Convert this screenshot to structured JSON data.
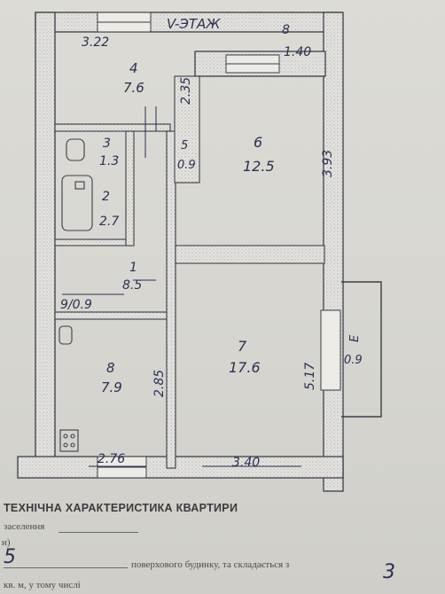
{
  "plan": {
    "street": "V-ЭТАЖ",
    "dim_top_left": "3.22",
    "room4": {
      "num": "4",
      "area": "7.6"
    },
    "dim_vertical_235": "2.35",
    "room_balcony_top": {
      "num": "8",
      "area": "1.40"
    },
    "room3": {
      "num": "3",
      "area": "1.3"
    },
    "room5": {
      "num": "5",
      "area": "0.9"
    },
    "room2": {
      "num": "2",
      "area": "2.7"
    },
    "room6": {
      "num": "6",
      "area": "12.5"
    },
    "dim_vertical_393": "3.93",
    "room1": {
      "num": "1",
      "area": "8.5"
    },
    "room9_label": "9/0.9",
    "room8": {
      "num": "8",
      "area": "7.9"
    },
    "dim_vertical_285": "2.85",
    "room7": {
      "num": "7",
      "area": "17.6"
    },
    "dim_vertical_517": "5.17",
    "room_balcony": {
      "num": "Е",
      "area": "0.9"
    },
    "dim_bottom_left": "2.76",
    "dim_bottom_right": "3.40"
  },
  "footer": {
    "title": "ТЕХНІЧНА ХАРАКТЕРИСТИКА КВАРТИРИ",
    "settlement_label": "заселення",
    "bracket": "и)",
    "handwritten_floors": "5",
    "building_text": "поверхового будинку, та складається з",
    "handwritten_rooms": "3",
    "area_text": "кв. м, у тому числі"
  }
}
